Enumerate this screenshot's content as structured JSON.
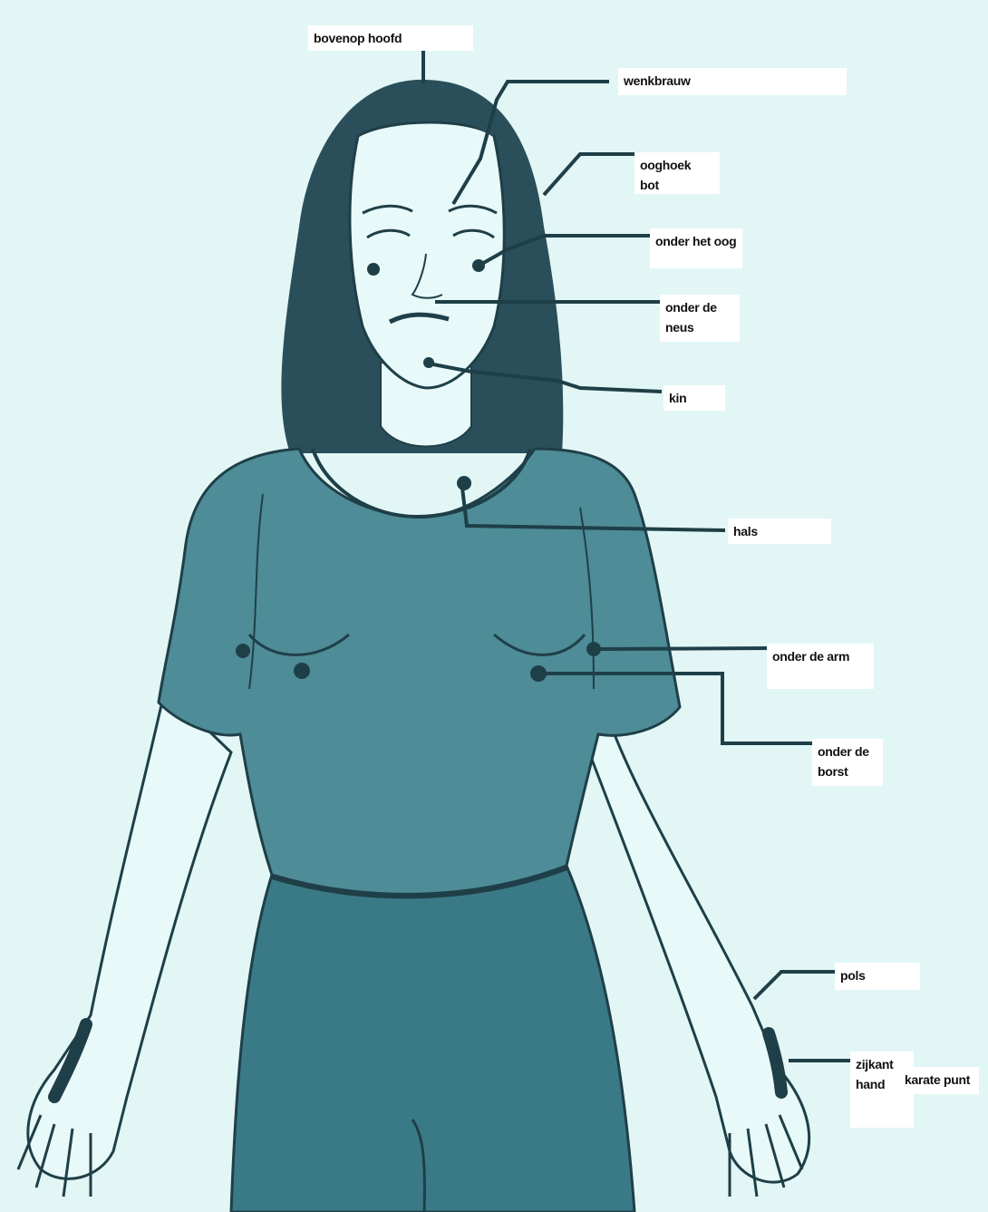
{
  "diagram": {
    "colors": {
      "background": "#e2f6f6",
      "skin": "#e8f9f9",
      "shirt": "#4e8c97",
      "pants": "#3a7a86",
      "hair": "#2a4f5a",
      "line": "#1f3f48",
      "label_bg": "#ffffff"
    },
    "labels": {
      "top_of_head": "bovenop  hoofd",
      "eyebrow": "wenkbrauw",
      "eye_corner": "ooghoek\nbot",
      "under_eye": "onder het oog",
      "under_nose": "onder de\nneus",
      "chin": "kin",
      "collarbone": "hals",
      "under_arm": "onder de arm",
      "under_breast": "onder de\nborst",
      "wrist": "pols",
      "side_of_hand": "zijkant\nhand",
      "karate_point": "karate punt"
    }
  }
}
